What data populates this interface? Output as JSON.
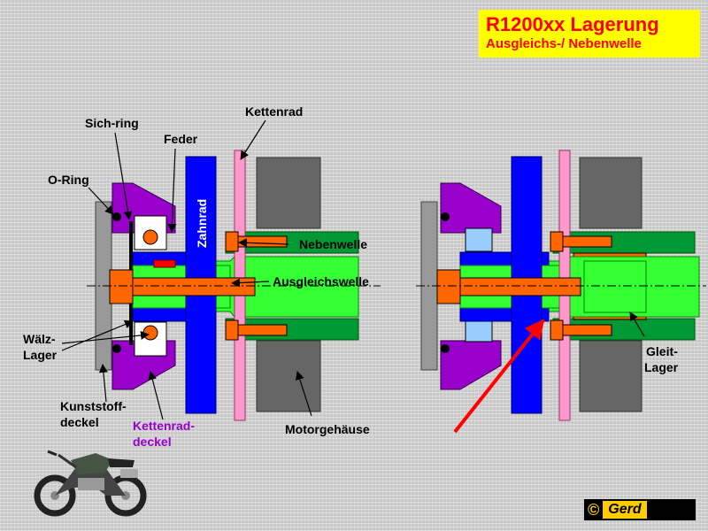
{
  "title": {
    "main": "R1200xx Lagerung",
    "sub": "Ausgleichs-/ Nebenwelle"
  },
  "labels": {
    "sich_ring": "Sich-ring",
    "feder": "Feder",
    "kettenrad": "Kettenrad",
    "o_ring": "O-Ring",
    "zahnrad": "Zahnrad",
    "nebenwelle": "Nebenwelle",
    "ausgleichswelle": "Ausgleichswelle",
    "waelz_lager_1": "Wälz-",
    "waelz_lager_2": "Lager",
    "kunststoff_1": "Kunststoff-",
    "kunststoff_2": "deckel",
    "kettenraddeckel_1": "Kettenrad-",
    "kettenraddeckel_2": "deckel",
    "motorgehaeuse": "Motorgehäuse",
    "gleit_lager_1": "Gleit-",
    "gleit_lager_2": "Lager"
  },
  "copyright": {
    "symbol": "©",
    "name": "Gerd"
  },
  "colors": {
    "title_bg": "#ffff00",
    "title_text": "#ff0000",
    "gear_blue": "#0000ff",
    "sprocket_pink": "#ff99cc",
    "shaft_light_green": "#33ff33",
    "shaft_dark_green": "#009933",
    "bolt_orange": "#ff6600",
    "cover_purple": "#9900cc",
    "housing_gray": "#666666",
    "arrow_red": "#ff0000"
  }
}
